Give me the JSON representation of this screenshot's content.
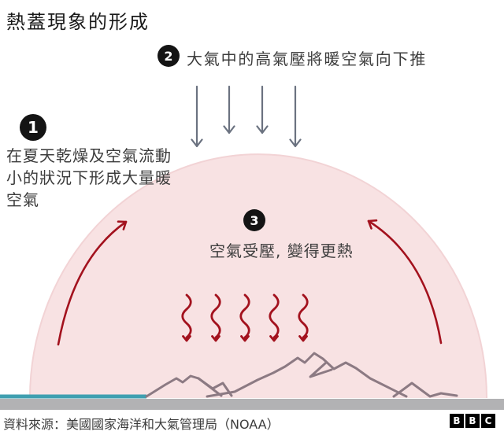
{
  "title": "熱蓋現象的形成",
  "steps": [
    {
      "number": "1",
      "lines": [
        "在夏天乾燥及空氣流動",
        "小的狀況下形成大量暖",
        "空氣"
      ]
    },
    {
      "number": "2",
      "text": "大氣中的高氣壓將暖空氣向下推"
    },
    {
      "number": "3",
      "text": "空氣受壓, 變得更熱"
    }
  ],
  "footer": {
    "source": "資料來源：美國國家海洋和大氣管理局（NOAA）"
  },
  "logo": {
    "letters": [
      "B",
      "B",
      "C"
    ]
  },
  "icons": {
    "down_arrows": "gray-down-arrow-icon",
    "rising_arrow_left": "red-curved-rising-arrow-icon",
    "rising_arrow_right": "red-curved-rising-arrow-icon",
    "heat_waves": "red-wavy-heat-arrow-icon",
    "mountains": "mountain-outline-illustration",
    "sea": "sea-line",
    "ground": "ground-bar",
    "dome": "heat-dome-shape"
  },
  "colors": {
    "dome_fill": "#f8e2e3",
    "dome_edge": "#f2d3d5",
    "arrow_red": "#a3121e",
    "arrow_gray": "#6b7280",
    "mountain": "#8c7a83",
    "sea": "#3f9fb0",
    "ground": "#b2b2b4",
    "badge": "#141414",
    "title_text": "#1a1a1a",
    "body_text": "#3c3c3c"
  }
}
